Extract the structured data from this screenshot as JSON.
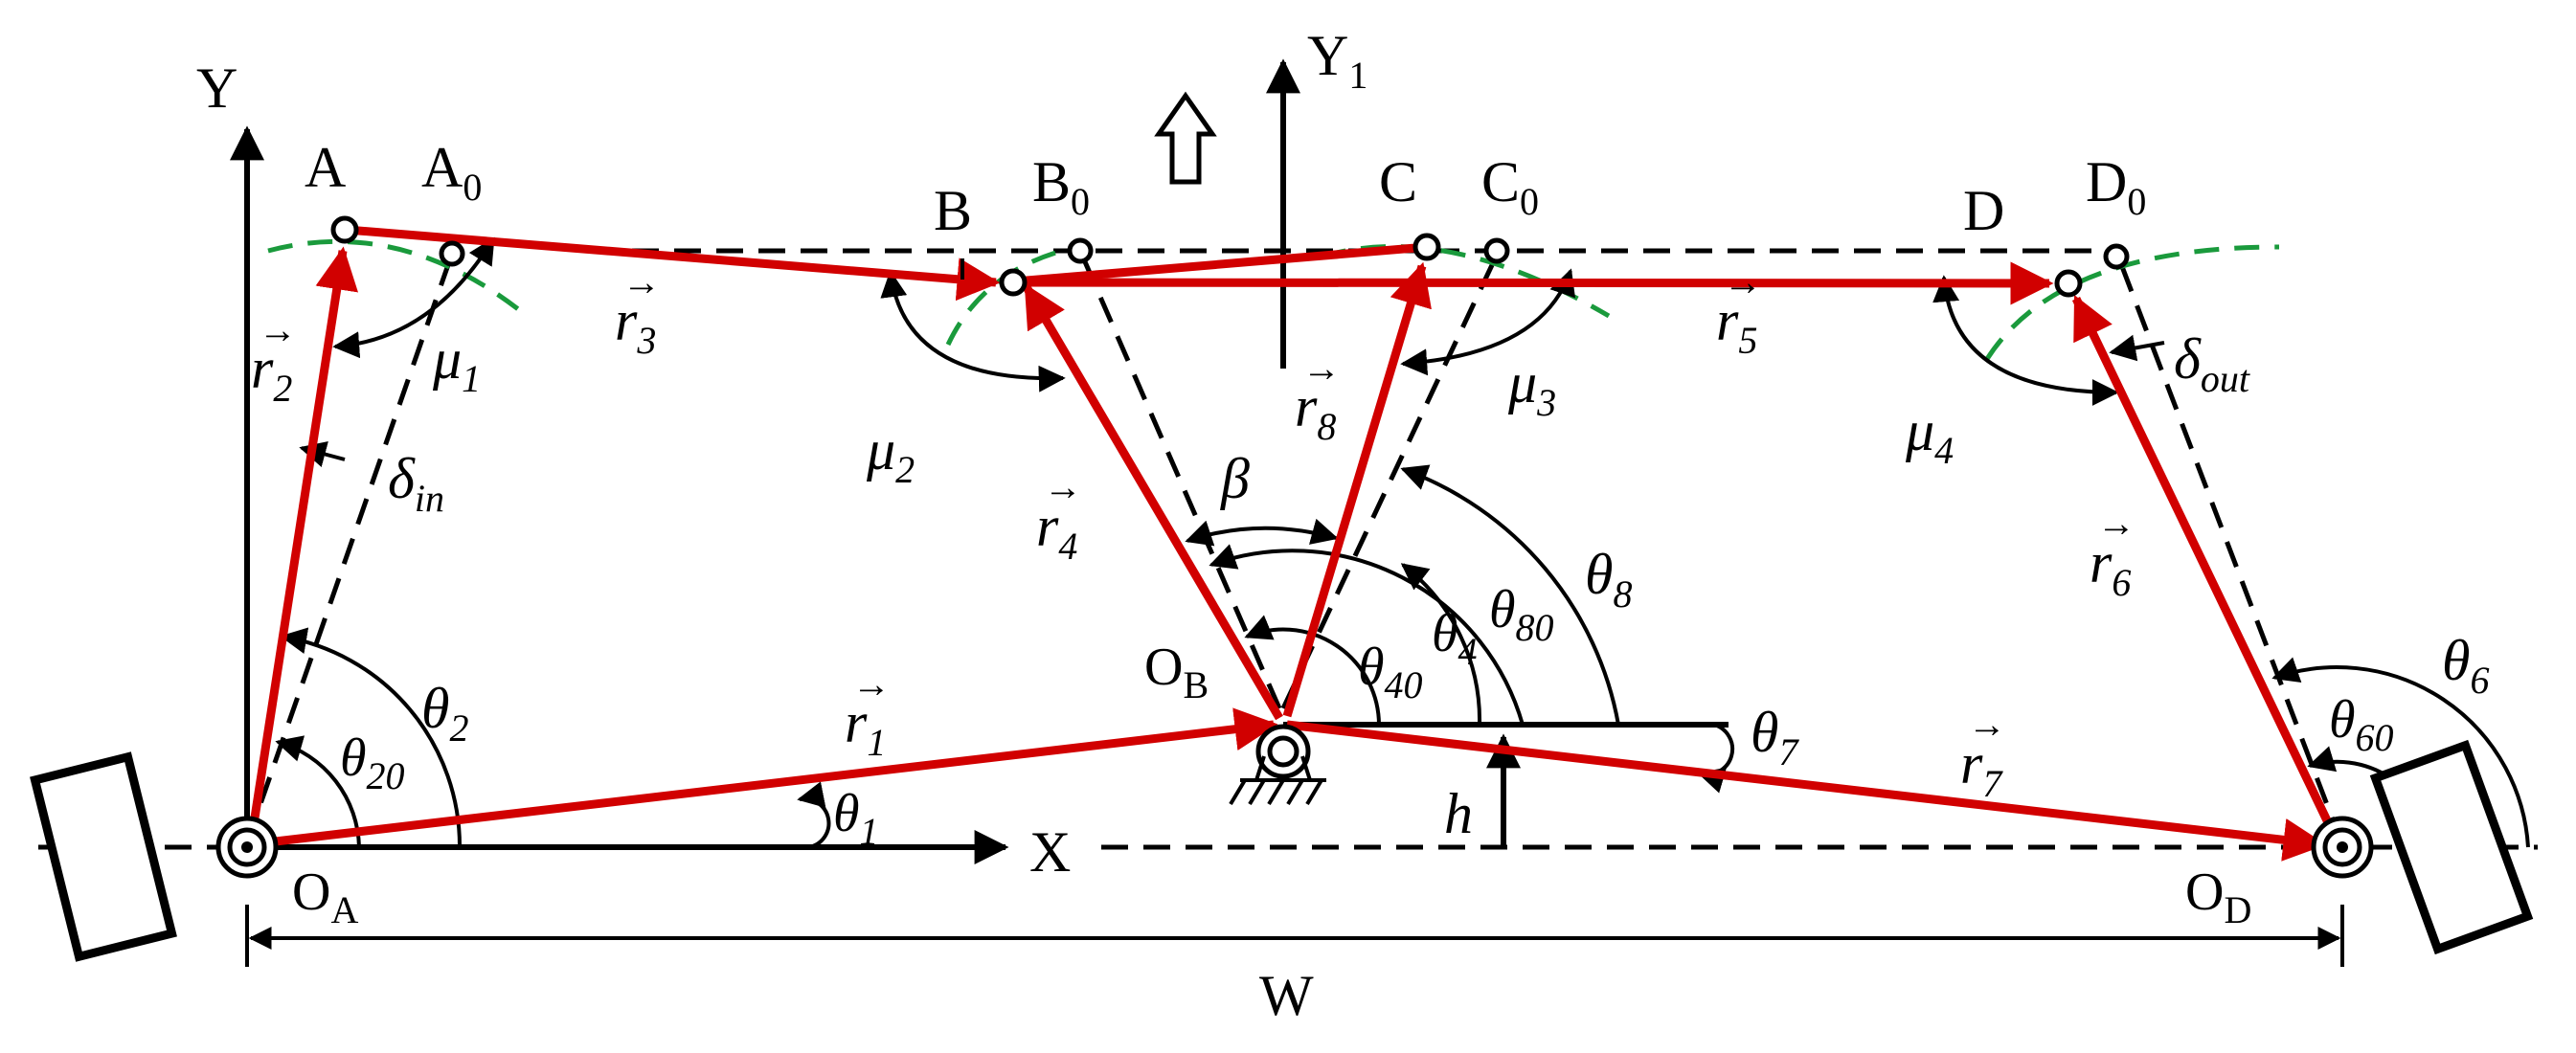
{
  "axes": {
    "y": "Y",
    "y1_main": "Y",
    "y1_sub": "1",
    "x": "X"
  },
  "points": {
    "A": "A",
    "A0_main": "A",
    "A0_sub": "0",
    "B": "B",
    "B0_main": "B",
    "B0_sub": "0",
    "C": "C",
    "C0_main": "C",
    "C0_sub": "0",
    "D": "D",
    "D0_main": "D",
    "D0_sub": "0",
    "OA_main": "O",
    "OA_sub": "A",
    "OB_main": "O",
    "OB_sub": "B",
    "OD_main": "O",
    "OD_sub": "D"
  },
  "vectors": {
    "r1_main": "r",
    "r1_sub": "1",
    "r2_main": "r",
    "r2_sub": "2",
    "r3_main": "r",
    "r3_sub": "3",
    "r4_main": "r",
    "r4_sub": "4",
    "r5_main": "r",
    "r5_sub": "5",
    "r6_main": "r",
    "r6_sub": "6",
    "r7_main": "r",
    "r7_sub": "7",
    "r8_main": "r",
    "r8_sub": "8",
    "arrow": "→"
  },
  "angles": {
    "mu1_main": "μ",
    "mu1_sub": "1",
    "mu2_main": "μ",
    "mu2_sub": "2",
    "mu3_main": "μ",
    "mu3_sub": "3",
    "mu4_main": "μ",
    "mu4_sub": "4",
    "delta_in_main": "δ",
    "delta_in_sub": "in",
    "delta_out_main": "δ",
    "delta_out_sub": "out",
    "beta": "β",
    "theta1_main": "θ",
    "theta1_sub": "1",
    "theta2_main": "θ",
    "theta2_sub": "2",
    "theta20_main": "θ",
    "theta20_sub": "20",
    "theta4_main": "θ",
    "theta4_sub": "4",
    "theta40_main": "θ",
    "theta40_sub": "40",
    "theta6_main": "θ",
    "theta6_sub": "6",
    "theta60_main": "θ",
    "theta60_sub": "60",
    "theta7_main": "θ",
    "theta7_sub": "7",
    "theta8_main": "θ",
    "theta8_sub": "8",
    "theta80_main": "θ",
    "theta80_sub": "80"
  },
  "dimensions": {
    "h": "h",
    "W": "W"
  },
  "colors": {
    "links": "#d10000",
    "arcs": "#1a9a3c",
    "lines": "#000000"
  }
}
